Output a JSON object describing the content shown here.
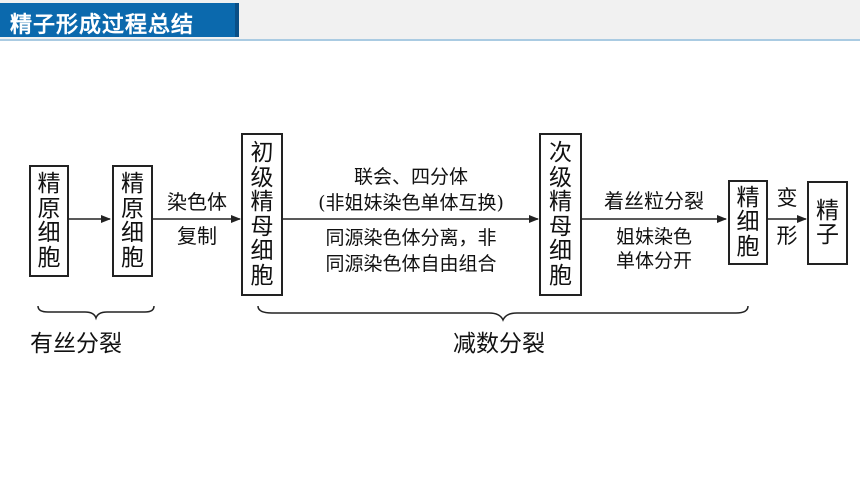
{
  "header": {
    "title": "精子形成过程总结"
  },
  "cells": {
    "spermatogonium": "精原细胞",
    "primary_spermatocyte": "初级精母细胞",
    "secondary_spermatocyte": "次级精母细胞",
    "spermatid": "精细胞",
    "sperm": "精子"
  },
  "arrows": {
    "a2_top": "染色体",
    "a2_bottom": "复制",
    "a3_top_line1": "联会、四分体",
    "a3_top_line2": "(非姐妹染色单体互换)",
    "a3_bottom_line1": "同源染色体分离，非",
    "a3_bottom_line2": "同源染色体自由组合",
    "a4_top": "着丝粒分裂",
    "a4_bottom_line1": "姐妹染色",
    "a4_bottom_line2": "单体分开",
    "a5_top": "变",
    "a5_bottom": "形"
  },
  "phases": {
    "mitosis": "有丝分裂",
    "meiosis": "减数分裂"
  }
}
